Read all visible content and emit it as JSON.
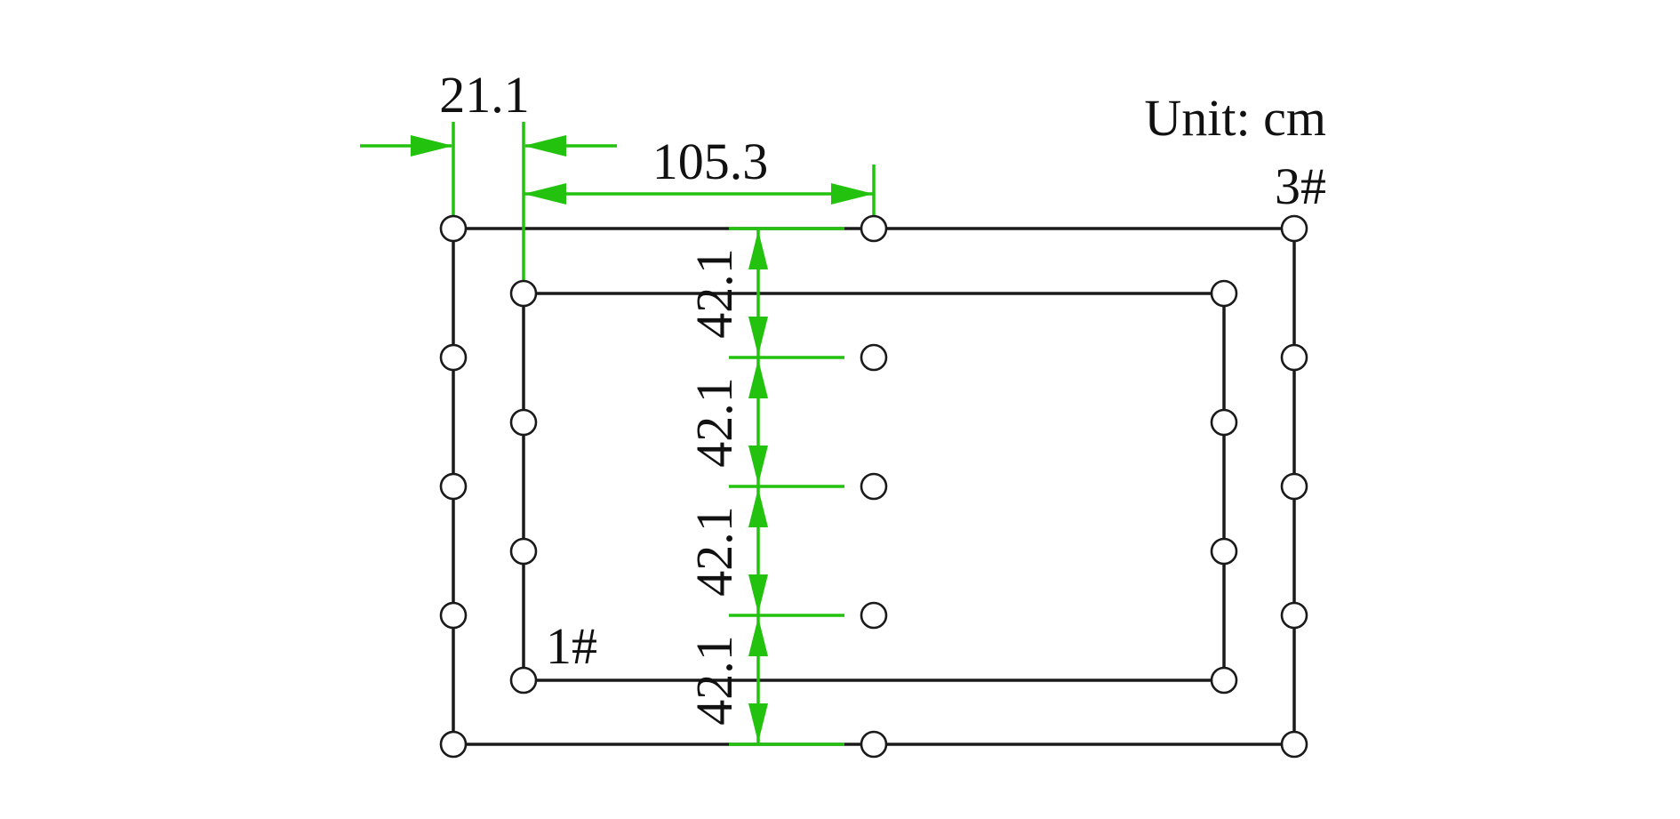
{
  "unit_label": "Unit: cm",
  "inner_frame_label": "1#",
  "outer_frame_label": "3#",
  "dimensions": {
    "offset": "21.1",
    "half_span": "105.3",
    "spacings": [
      "42.1",
      "42.1",
      "42.1",
      "42.1"
    ]
  },
  "colors": {
    "frame": "#1a1a1a",
    "dimension": "#22c20e"
  }
}
